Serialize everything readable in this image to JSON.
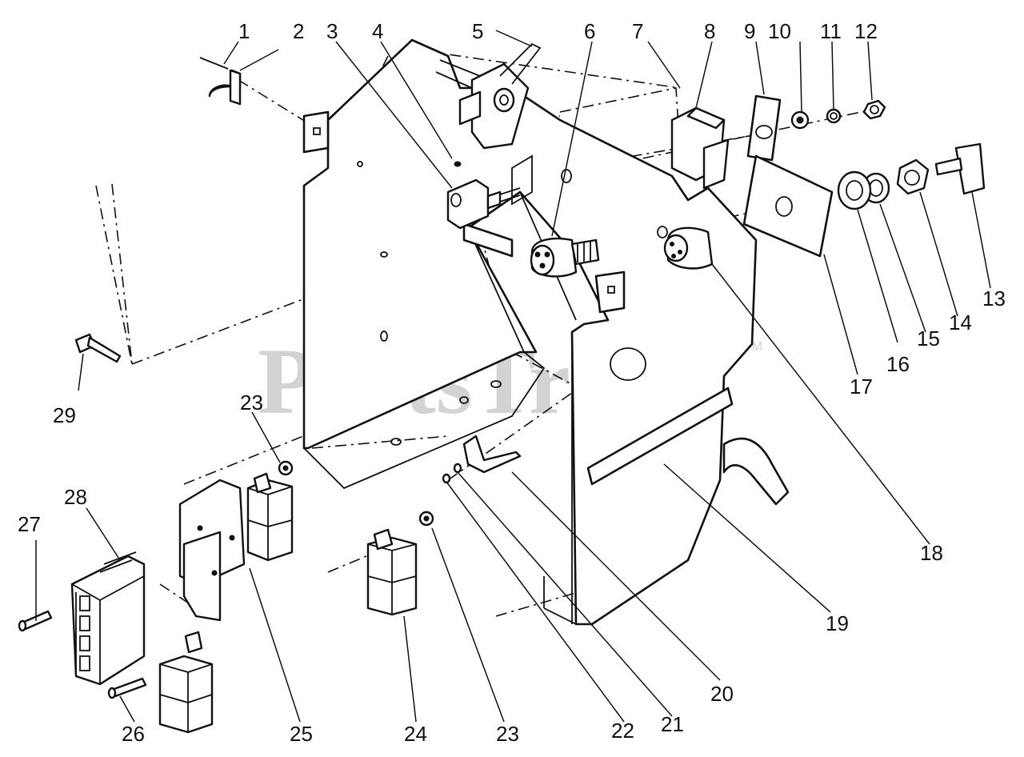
{
  "watermark": {
    "text": "PartsTree",
    "trademark": "TM"
  },
  "callouts": {
    "n1": "1",
    "n2": "2",
    "n3": "3",
    "n4": "4",
    "n5": "5",
    "n6": "6",
    "n7": "7",
    "n8": "8",
    "n9": "9",
    "n10": "10",
    "n11": "11",
    "n12": "12",
    "n13": "13",
    "n14": "14",
    "n15": "15",
    "n16": "16",
    "n17": "17",
    "n18": "18",
    "n19": "19",
    "n20": "20",
    "n21": "21",
    "n22": "22",
    "n23a": "23",
    "n23b": "23",
    "n24": "24",
    "n25": "25",
    "n26": "26",
    "n27": "27",
    "n28": "28",
    "n29": "29"
  }
}
